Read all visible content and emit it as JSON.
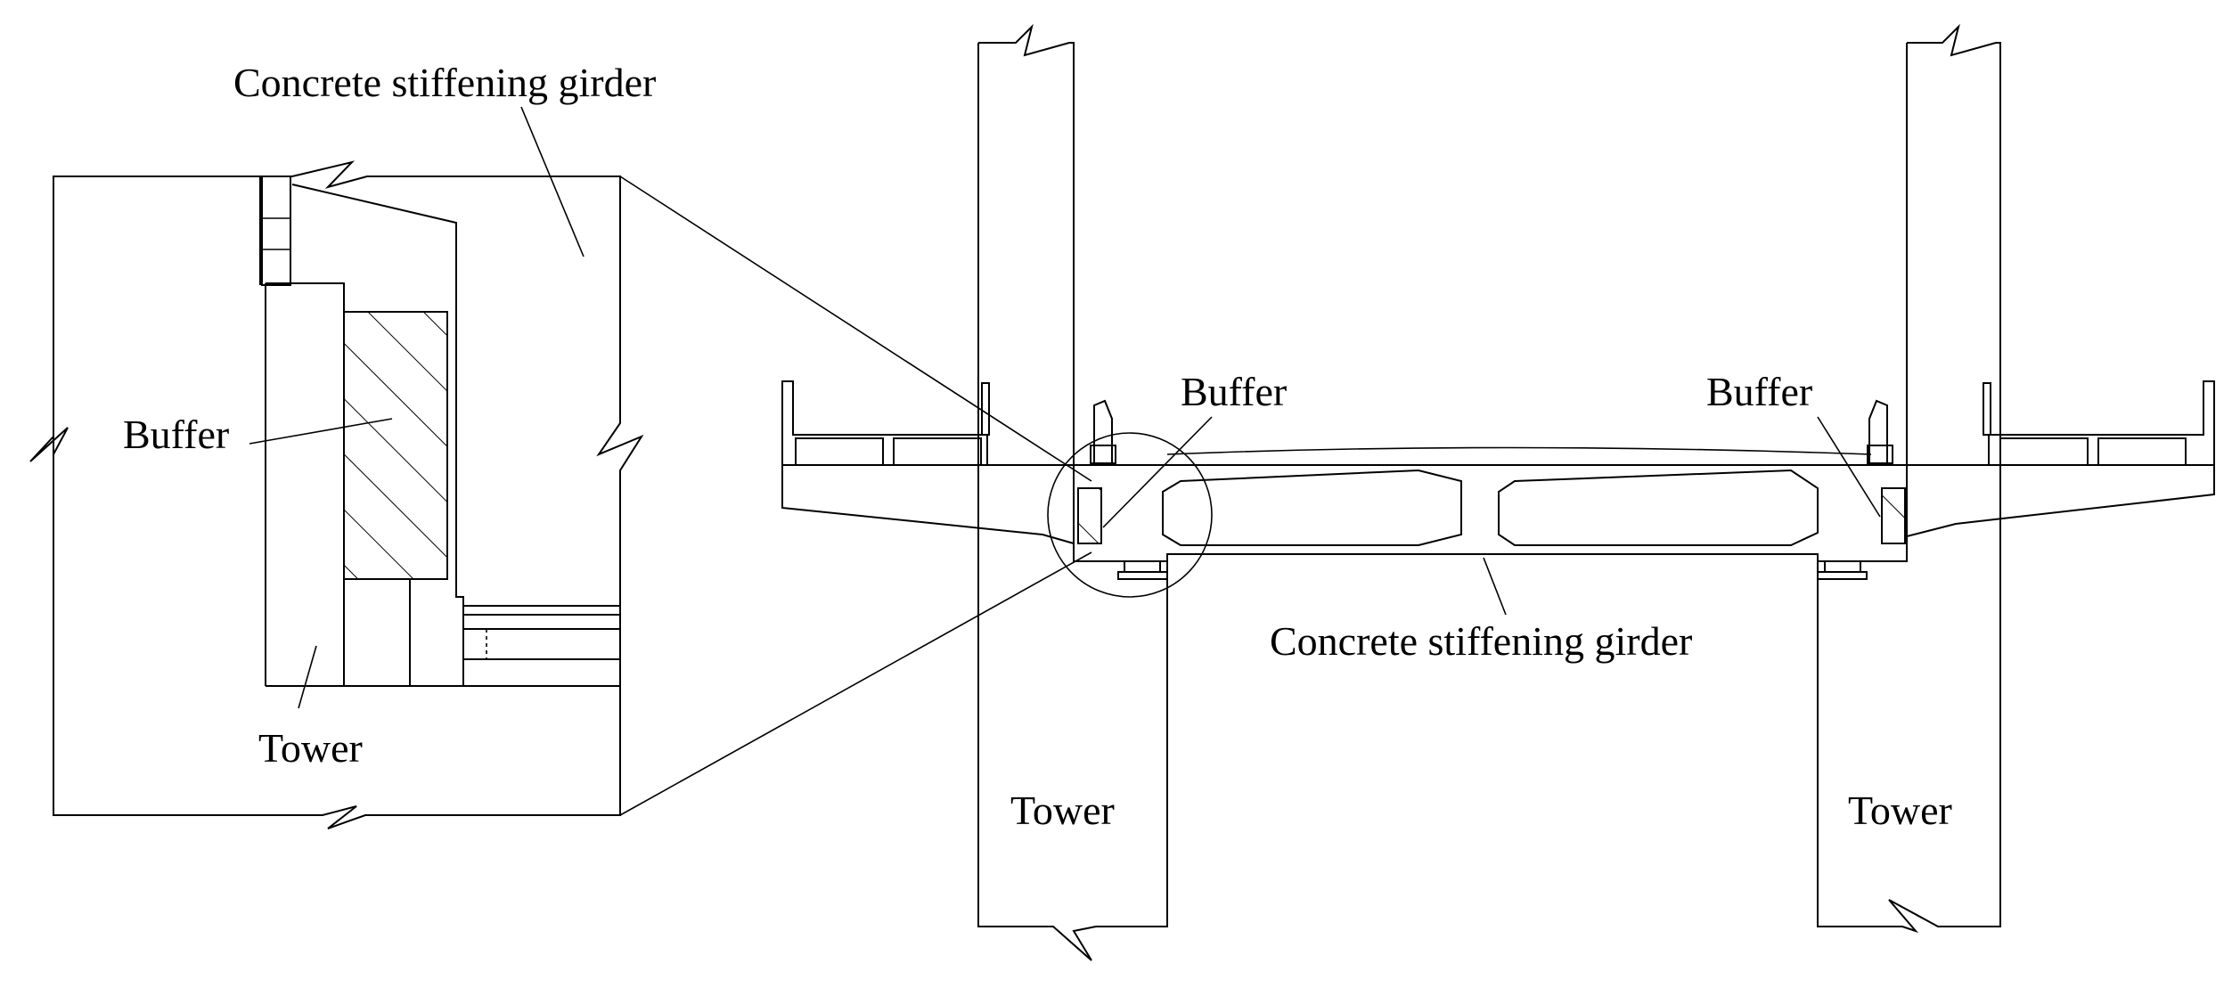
{
  "detail_view": {
    "girder_label": "Concrete stiffening girder",
    "buffer_label": "Buffer",
    "tower_label": "Tower"
  },
  "main_view": {
    "buffer_left_label": "Buffer",
    "buffer_right_label": "Buffer",
    "girder_label": "Concrete stiffening girder",
    "tower_left_label": "Tower",
    "tower_right_label": "Tower"
  },
  "colors": {
    "line": "#000000",
    "background": "#ffffff"
  }
}
